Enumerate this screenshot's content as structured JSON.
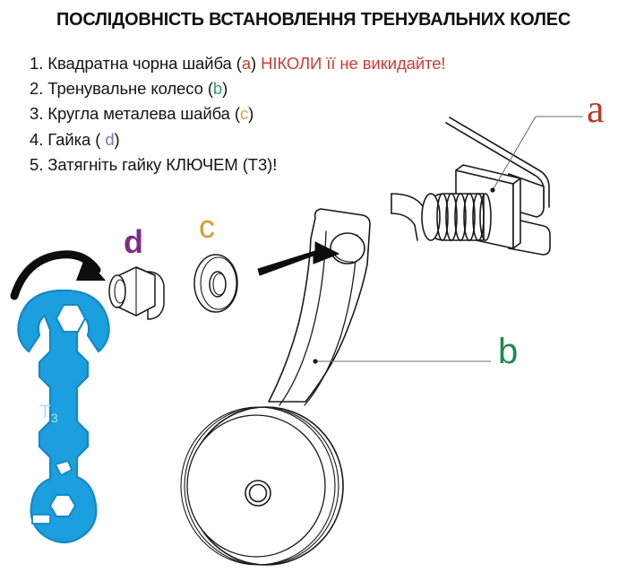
{
  "title": "ПОСЛІДОВНІСТЬ ВСТАНОВЛЕННЯ ТРЕНУВАЛЬНИХ КОЛЕС",
  "steps": [
    {
      "number": "1.",
      "text": "Квадратна чорна шайба (",
      "tag": "a",
      "tag_color": "#c4432f",
      "after_tag": ")",
      "warning": "НІКОЛИ її не викидайте!"
    },
    {
      "number": "2.",
      "text": "Тренувальне колесо (",
      "tag": "b",
      "tag_color": "#2f9e63",
      "after_tag": ")",
      "warning": ""
    },
    {
      "number": "3.",
      "text": "Кругла металева шайба (",
      "tag": "c",
      "tag_color": "#dba43b",
      "after_tag": ")",
      "warning": ""
    },
    {
      "number": "4.",
      "text": "Гайка ( ",
      "tag": "d",
      "tag_color": "#8a6fae",
      "after_tag": ")",
      "warning": ""
    },
    {
      "number": "5.",
      "text": "Затягніть гайку КЛЮЧЕМ (Т3)!",
      "tag": "",
      "tag_color": "",
      "after_tag": "",
      "warning": ""
    }
  ],
  "callouts": {
    "a": {
      "label": "a",
      "color": "#b8392c",
      "refers_to": "square-black-washer"
    },
    "b": {
      "label": "b",
      "color": "#1f8a4c",
      "refers_to": "training-wheel-assembly"
    },
    "c": {
      "label": "c",
      "color": "#d79b33",
      "refers_to": "round-metal-washer"
    },
    "d": {
      "label": "d",
      "color": "#7b2d83",
      "refers_to": "nut"
    }
  },
  "wrench": {
    "size_label": "T",
    "size_sub": "3",
    "color": "#1b9fde",
    "label_color": "#a9e2f5"
  },
  "colors": {
    "line": "#1a1a1a",
    "leader": "#6e6e6e",
    "warning_red": "#cf3b36",
    "background": "#ffffff"
  }
}
